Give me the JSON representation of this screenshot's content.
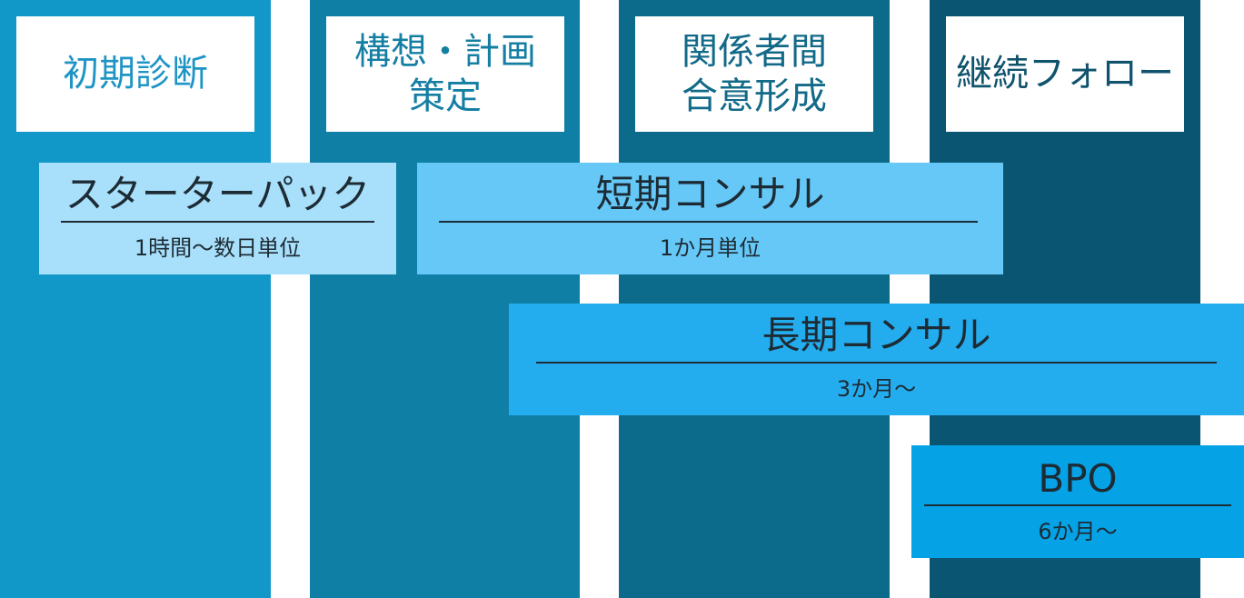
{
  "phases": [
    {
      "label": "初期診断",
      "bg": "#1298c8",
      "text_color": "#1f95c5"
    },
    {
      "label": "構想・計画\n策定",
      "bg": "#0f7fa6",
      "text_color": "#157fa3"
    },
    {
      "label": "関係者間\n合意形成",
      "bg": "#0c6a8a",
      "text_color": "#126a88"
    },
    {
      "label": "継続フォロー",
      "bg": "#0a5672",
      "text_color": "#0f536c"
    }
  ],
  "services": [
    {
      "name": "スターターパック",
      "duration": "1時間〜数日単位",
      "color": "#a8dffa"
    },
    {
      "name": "短期コンサル",
      "duration": "1か月単位",
      "color": "#66c8f7"
    },
    {
      "name": "長期コンサル",
      "duration": "3か月〜",
      "color": "#24adee"
    },
    {
      "name": "BPO",
      "duration": "6か月〜",
      "color": "#06a2e6"
    }
  ]
}
